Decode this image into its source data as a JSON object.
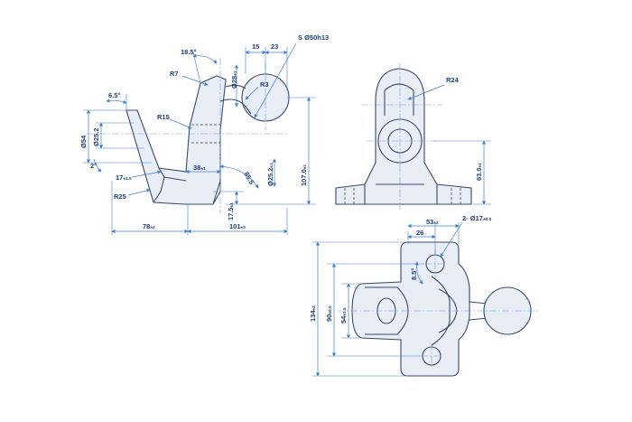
{
  "dims": {
    "d18_5": "18.5°",
    "d15": "15",
    "d23": "23",
    "d50h13": "S Ø50h13",
    "r7": "R7",
    "d28": "Ø28",
    "d28_tol": "±1",
    "r3": "R3",
    "d6_5": "6.5°",
    "r15": "R15",
    "d54": "Ø54",
    "d25_2": "Ø25.2",
    "d2": "2°",
    "d17": "17",
    "d17_tol": "±1.5",
    "d38": "38",
    "d38_tol": "±1",
    "d85_5": "85.5",
    "d25_2b": "Ø25.2",
    "d25_2b_tol": "±1",
    "d107": "107.0",
    "d107_tol": "±1",
    "r25": "R25",
    "d17_5": "17.5",
    "d17_5_tol": "±1",
    "d78": "78",
    "d78_tol": "±2",
    "d101": "101",
    "d101_tol": "±3",
    "r24": "R24",
    "d63": "63.0",
    "d63_tol": "±1",
    "d26": "26",
    "d53": "53",
    "d53_tol": "±2",
    "d2x17": "2- Ø17",
    "d2x17_tol": "±0.5",
    "d8_5": "8.5°",
    "d134": "134",
    "d134_tol": "±2",
    "d90": "90",
    "d90_tol": "±0.5",
    "d54b": "54",
    "d54b_tol": "±1.5"
  },
  "colors": {
    "outline": "#3a4a66",
    "dimension": "#3f7fd6",
    "label": "#1f3f7a"
  }
}
